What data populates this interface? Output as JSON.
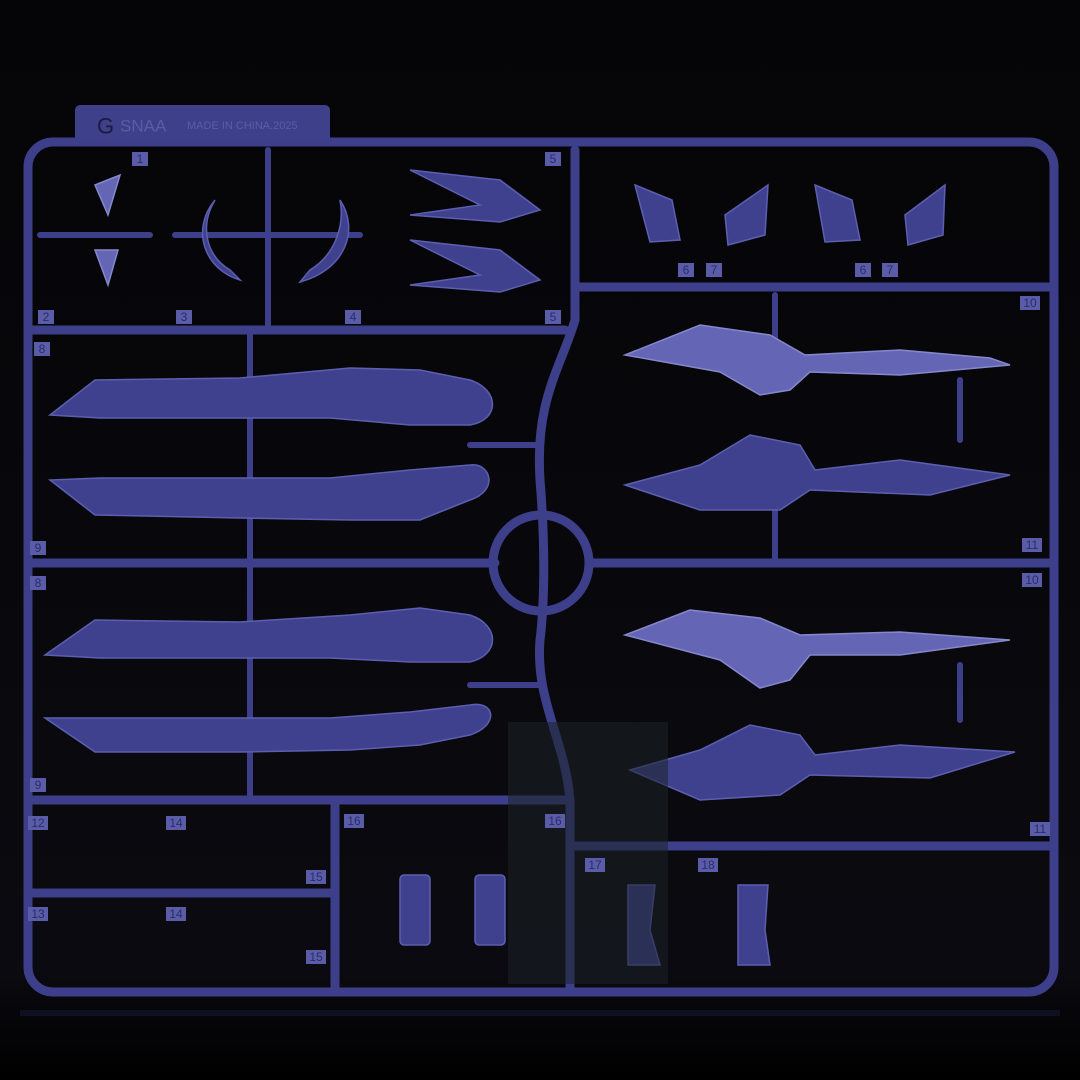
{
  "runner_tag": {
    "letter": "G",
    "brand": "SNAA",
    "origin": "MADE IN CHINA.2025"
  },
  "part_numbers": [
    "1",
    "2",
    "3",
    "4",
    "5",
    "5",
    "6",
    "7",
    "6",
    "7",
    "8",
    "9",
    "8",
    "9",
    "10",
    "11",
    "10",
    "11",
    "12",
    "13",
    "14",
    "14",
    "15",
    "15",
    "16",
    "16",
    "17",
    "18"
  ],
  "colors": {
    "plastic": "#3f418f",
    "background": "#000000"
  }
}
